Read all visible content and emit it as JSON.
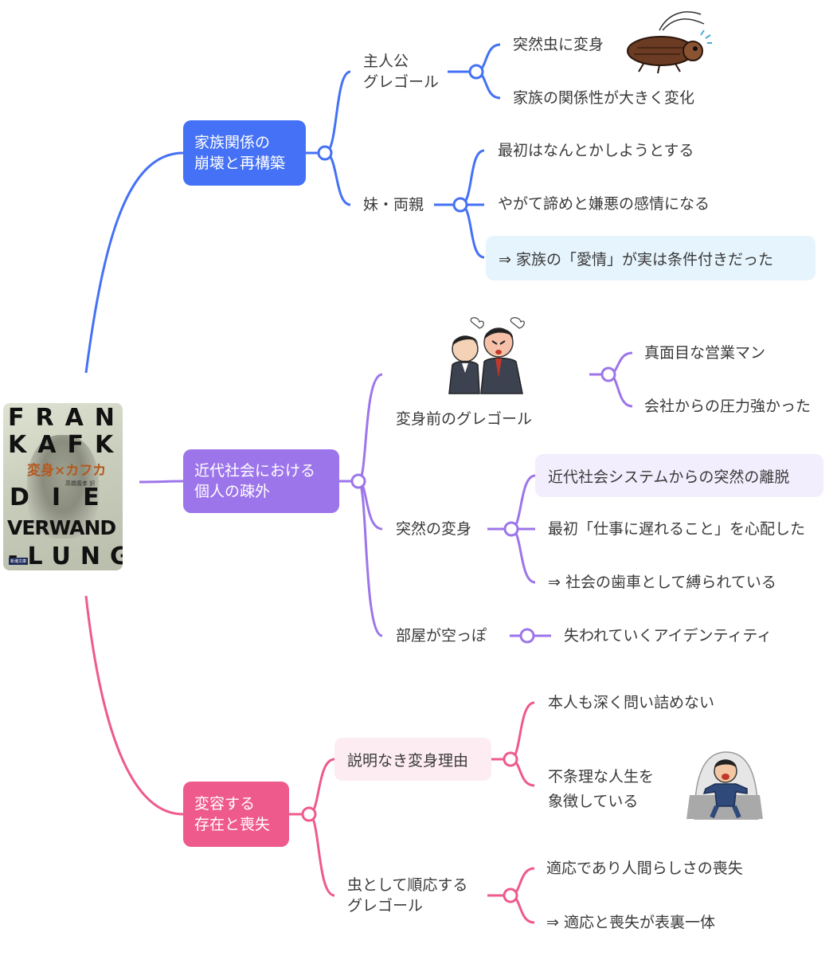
{
  "colors": {
    "family": "#4471F5",
    "society": "#9D75EA",
    "existence": "#EE5A8C",
    "highlight_blue_bg": "#E6F4FD",
    "highlight_purple_bg": "#F3EEFD",
    "highlight_pink_bg": "#FDECF2"
  },
  "root": {
    "cover_lines": [
      "FRANZ",
      "KAFKA",
      "DIE",
      "VERWAND",
      "-LUNG"
    ],
    "cover_title": "変身×カフカ",
    "cover_small_text": "高橋義孝 訳",
    "cover_label": "新潮文庫"
  },
  "branches": {
    "family": {
      "label": "家族関係の\n崩壊と再構築",
      "children": [
        {
          "label": "主人公\nグレゴール",
          "items": [
            "突然虫に変身",
            "家族の関係性が大きく変化"
          ]
        },
        {
          "label": "妹・両親",
          "items": [
            "最初はなんとかしようとする",
            "やがて諦めと嫌悪の感情になる",
            "⇒ 家族の「愛情」が実は条件付きだった"
          ]
        }
      ]
    },
    "society": {
      "label": "近代社会における\n個人の疎外",
      "children": [
        {
          "label": "変身前のグレゴール",
          "items": [
            "真面目な営業マン",
            "会社からの圧力強かった"
          ]
        },
        {
          "label": "突然の変身",
          "items": [
            "近代社会システムからの突然の離脱",
            "最初「仕事に遅れること」を心配した",
            "⇒ 社会の歯車として縛られている"
          ]
        },
        {
          "label": "部屋が空っぽ",
          "items": [
            "失われていくアイデンティティ"
          ]
        }
      ]
    },
    "existence": {
      "label": "変容する\n存在と喪失",
      "children": [
        {
          "label": "説明なき変身理由",
          "items": [
            "本人も深く問い詰めない",
            "不条理な人生を\n象徴している"
          ]
        },
        {
          "label": "虫として順応する\nグレゴール",
          "items": [
            "適応であり人間らしさの喪失",
            "⇒ 適応と喪失が表裏一体"
          ]
        }
      ]
    }
  },
  "illustrations": [
    "cockroach-illustration",
    "angry-boss-illustration",
    "trapped-man-illustration"
  ]
}
